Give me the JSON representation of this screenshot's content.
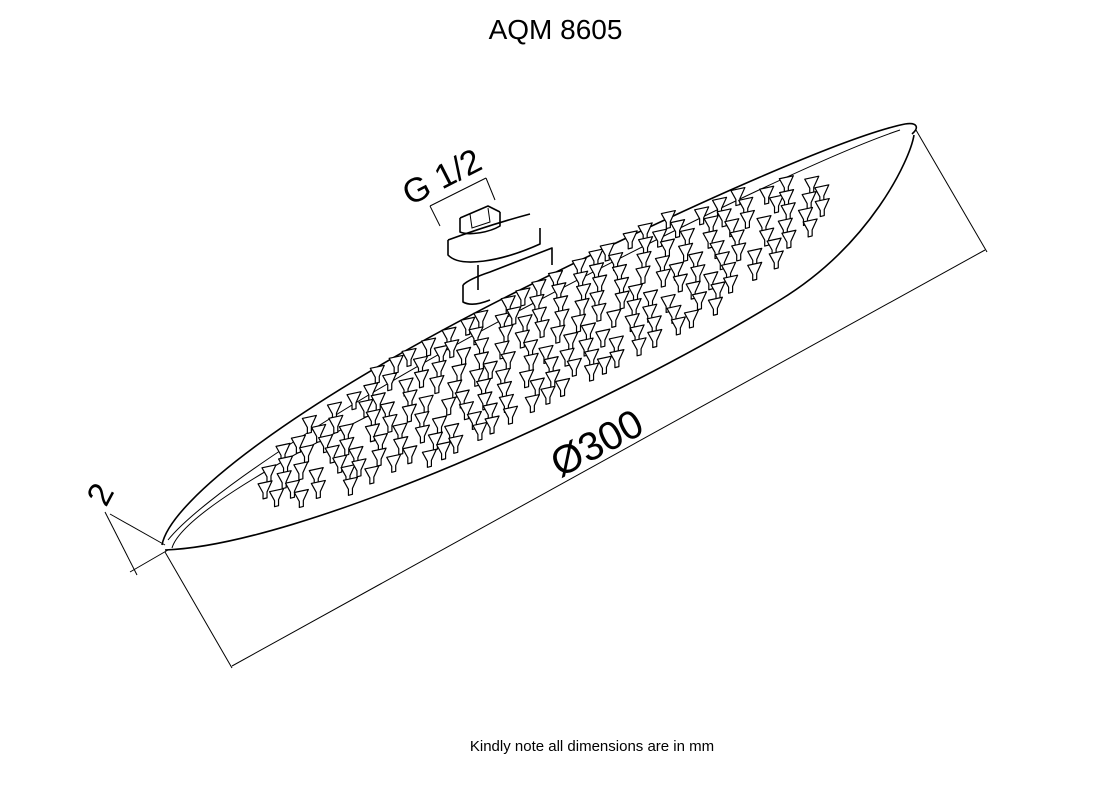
{
  "title": "AQM 8605",
  "dimensions": {
    "thread": "G 1/2",
    "diameter": "Ø300",
    "thickness": "2"
  },
  "note": "Kindly note all dimensions are in mm"
}
